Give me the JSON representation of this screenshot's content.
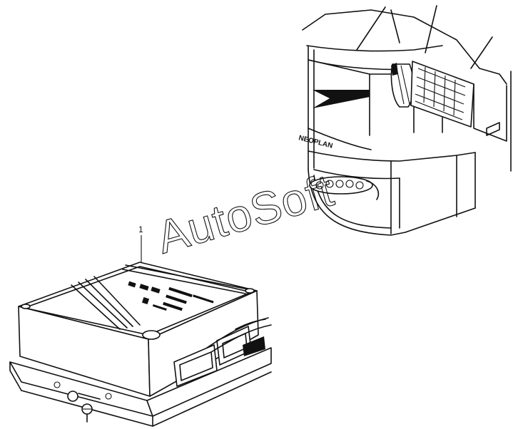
{
  "diagram": {
    "callout_number": "1",
    "bus_brand": "NEOPLAN",
    "watermark": "AutoSoft"
  },
  "icons": {
    "pointer": "arrow-pointer-icon"
  }
}
